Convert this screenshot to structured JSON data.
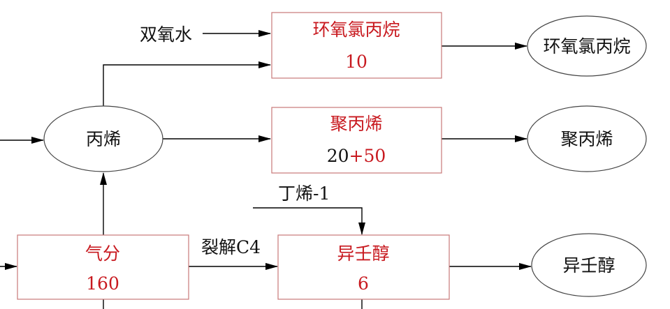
{
  "process_boxes": {
    "epoxy": {
      "name": "环氧氯丙烷",
      "capacity": "10"
    },
    "pp": {
      "name": "聚丙烯",
      "capacity_black": "20",
      "capacity_red": "+50"
    },
    "gas_sep": {
      "name": "气分",
      "capacity": "160"
    },
    "isononanol": {
      "name": "异壬醇",
      "capacity": "6"
    }
  },
  "product_nodes": {
    "propylene": "丙烯",
    "epoxy_product": "环氧氯丙烷",
    "pp_product": "聚丙烯",
    "isononanol_product": "异壬醇"
  },
  "stream_labels": {
    "h2o2": "双氧水",
    "butene": "丁烯-1",
    "c4": "裂解C4"
  },
  "colors": {
    "box_text": "#c8191f",
    "box_border": "#c87878",
    "line": "#000000"
  }
}
